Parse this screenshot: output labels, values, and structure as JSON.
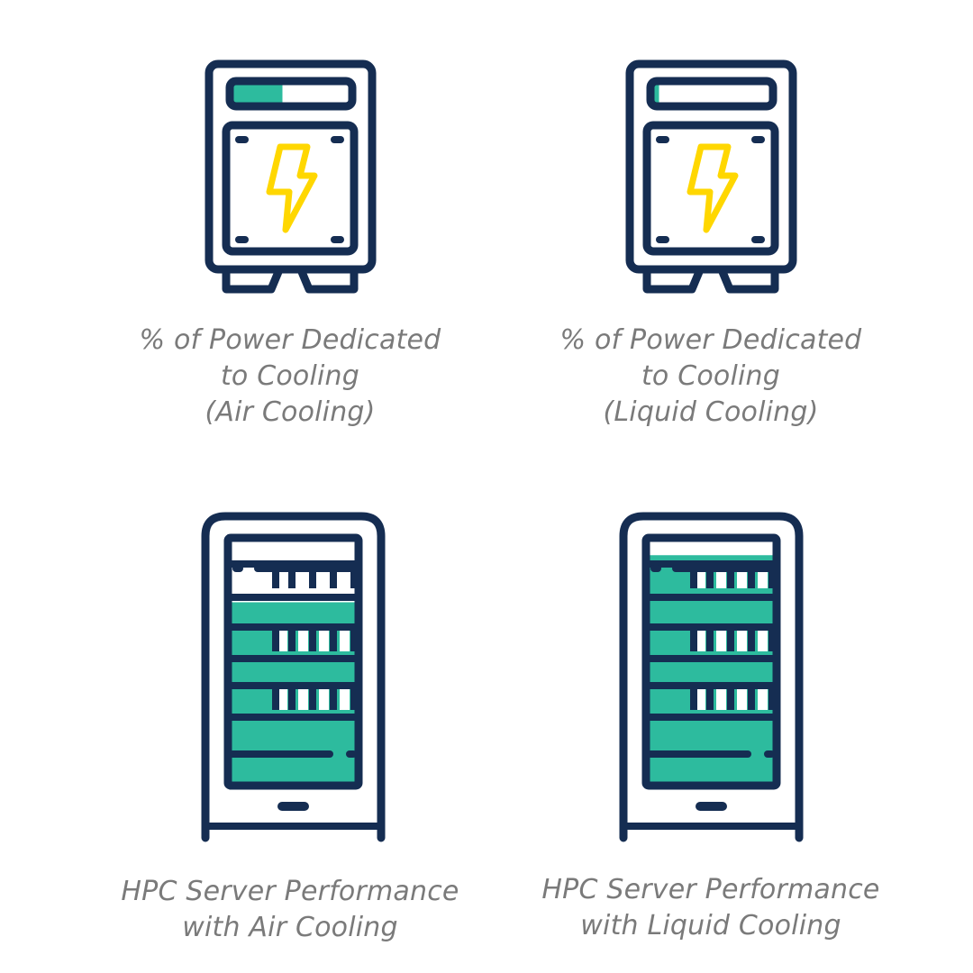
{
  "colors": {
    "navy": "#152d52",
    "teal": "#2dbb9e",
    "yellow": "#ffd700",
    "caption_gray": "#7a7a7a",
    "background": "#ffffff"
  },
  "icons": {
    "power_meter": "power-meter-icon",
    "lightning": "lightning-bolt-icon",
    "server_rack": "server-rack-icon"
  },
  "panels": [
    {
      "caption_lines": [
        "% of Power Dedicated",
        "to Cooling",
        "(Air Cooling)"
      ],
      "meter_level": 0.43
    },
    {
      "caption_lines": [
        "% of Power Dedicated",
        "to Cooling",
        "(Liquid Cooling)"
      ],
      "meter_level": 0.07
    },
    {
      "caption_lines": [
        "HPC Server Performance",
        "with Air Cooling"
      ],
      "rack_level": 0.74
    },
    {
      "caption_lines": [
        "HPC Server Performance",
        "with Liquid Cooling"
      ],
      "rack_level": 0.93
    }
  ]
}
